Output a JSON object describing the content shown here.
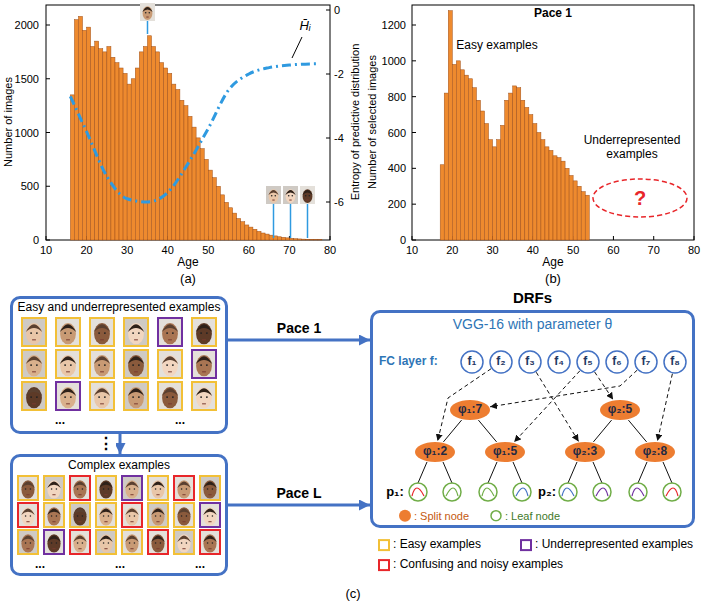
{
  "diagram": {
    "nodes": [
      {
        "text": [
          "?"
        ]
      },
      {
        "text": [
          "Easy and underrepresented examples"
        ]
      },
      {
        "text": [
          "Complex examples"
        ]
      },
      {
        "text": [
          "DRFs",
          "VGG-16 with parameter θ",
          "FC layer f:"
        ]
      },
      {
        "text": [
          "f₁"
        ],
        "in": 3
      },
      {
        "text": [
          "f₂"
        ],
        "in": 3
      },
      {
        "text": [
          "f₃"
        ],
        "in": 3
      },
      {
        "text": [
          "f₄"
        ],
        "in": 3
      },
      {
        "text": [
          "f₅"
        ],
        "in": 3
      },
      {
        "text": [
          "f₆"
        ],
        "in": 3
      },
      {
        "text": [
          "f₇"
        ],
        "in": 3
      },
      {
        "text": [
          "f₈"
        ],
        "in": 3
      },
      {
        "text": [
          "φ₁:7"
        ],
        "in": 3
      },
      {
        "text": [
          "φ₂:5"
        ],
        "in": 3
      },
      {
        "text": [
          "φ₁:2"
        ],
        "in": 3
      },
      {
        "text": [
          "φ₁:5"
        ],
        "in": 3
      },
      {
        "text": [
          "φ₂:3"
        ],
        "in": 3
      },
      {
        "text": [
          "φ₂:8"
        ],
        "in": 3
      }
    ],
    "edges": [
      {
        "from": 1,
        "to": 3,
        "label": "Pace 1",
        "arrow": "to"
      },
      {
        "from": 1,
        "to": 2,
        "label": "⋮",
        "arrow": "to"
      },
      {
        "from": 2,
        "to": 3,
        "label": "Pace L",
        "arrow": "to"
      },
      {
        "from": 10,
        "to": 12,
        "arrow": "to"
      },
      {
        "from": 8,
        "to": 13,
        "arrow": "to"
      },
      {
        "from": 5,
        "to": 14,
        "arrow": "to"
      },
      {
        "from": 8,
        "to": 15,
        "arrow": "to"
      },
      {
        "from": 6,
        "to": 16,
        "arrow": "to"
      },
      {
        "from": 11,
        "to": 17,
        "arrow": "to"
      },
      {
        "from": 12,
        "to": 14,
        "arrow": "none"
      },
      {
        "from": 12,
        "to": 15,
        "arrow": "none"
      },
      {
        "from": 13,
        "to": 16,
        "arrow": "none"
      },
      {
        "from": 13,
        "to": 17,
        "arrow": "none"
      }
    ],
    "labels": [
      "Number of images",
      "2000",
      "1500",
      "1000",
      "500",
      "0",
      "10",
      "20",
      "30",
      "40",
      "50",
      "60",
      "70",
      "80",
      "Age",
      "0",
      "-2",
      "-4",
      "-6",
      "Entropy of predictive distribution",
      "H̄ᵢ",
      "(a)",
      "Pace 1",
      "Easy examples",
      "Underrepresented examples",
      "1200",
      "1000",
      "800",
      "600",
      "400",
      "200",
      "0",
      "Number of selected images",
      "10",
      "20",
      "30",
      "40",
      "50",
      "60",
      "70",
      "80",
      "Age",
      "(b)",
      "...",
      "...",
      "...",
      "...",
      "...",
      "p₁:",
      "p₂:",
      "(c)"
    ],
    "legend": [
      {
        "text": ": Split node",
        "color": "#ed7d31"
      },
      {
        "text": ": Leaf node"
      },
      {
        "text": ": Easy examples",
        "color": "#f2c037"
      },
      {
        "text": ": Underrepresented examples",
        "color": "#7030a0"
      },
      {
        "text": ": Confusing and noisy examples",
        "color": "#e8262a"
      }
    ]
  }
}
